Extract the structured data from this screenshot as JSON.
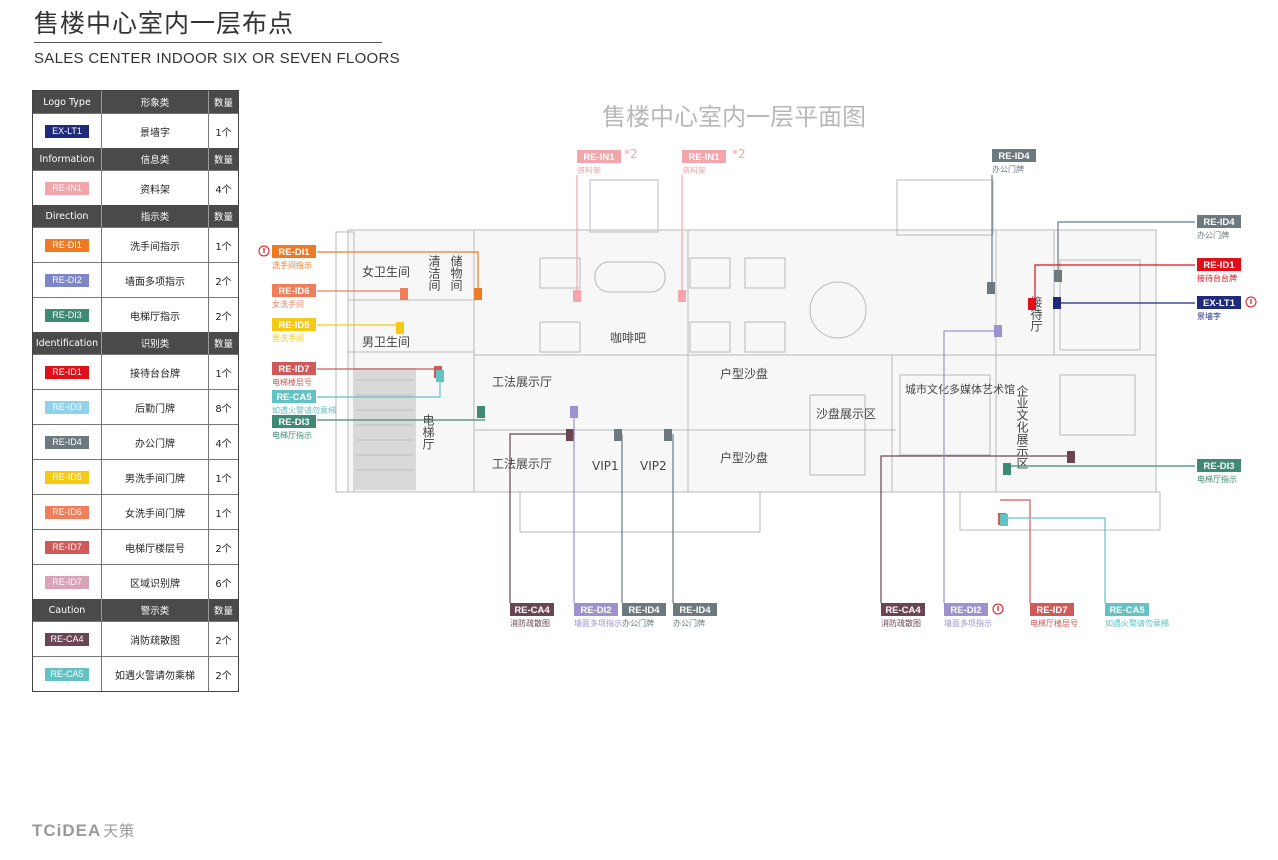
{
  "header": {
    "title": "售楼中心室内一层布点",
    "subtitle": "SALES CENTER INDOOR SIX OR SEVEN FLOORS"
  },
  "legend": {
    "sections": [
      {
        "header": [
          "Logo Type",
          "形象类",
          "数量"
        ],
        "rows": [
          {
            "code": "EX-LT1",
            "color": "#1f2a7c",
            "label": "景墙字",
            "qty": "1个"
          }
        ]
      },
      {
        "header": [
          "Information",
          "信息类",
          "数量"
        ],
        "rows": [
          {
            "code": "RE-IN1",
            "color": "#f2a5ab",
            "label": "资料架",
            "qty": "4个"
          }
        ]
      },
      {
        "header": [
          "Direction",
          "指示类",
          "数量"
        ],
        "rows": [
          {
            "code": "RE-DI1",
            "color": "#ee7b24",
            "label": "洗手间指示",
            "qty": "1个"
          },
          {
            "code": "RE-DI2",
            "color": "#7d87c7",
            "label": "墙面多项指示",
            "qty": "2个"
          },
          {
            "code": "RE-DI3",
            "color": "#3f8a74",
            "label": "电梯厅指示",
            "qty": "2个"
          }
        ]
      },
      {
        "header": [
          "Identification",
          "识别类",
          "数量"
        ],
        "rows": [
          {
            "code": "RE-ID1",
            "color": "#e0101a",
            "label": "接待台台牌",
            "qty": "1个"
          },
          {
            "code": "RE-ID3",
            "color": "#8fd2ea",
            "label": "后勤门牌",
            "qty": "8个"
          },
          {
            "code": "RE-ID4",
            "color": "#6c7a80",
            "label": "办公门牌",
            "qty": "4个"
          },
          {
            "code": "RE-ID5",
            "color": "#f6c917",
            "label": "男洗手间门牌",
            "qty": "1个"
          },
          {
            "code": "RE-ID6",
            "color": "#ef7e5a",
            "label": "女洗手间门牌",
            "qty": "1个"
          },
          {
            "code": "RE-ID7",
            "color": "#cf5a5a",
            "label": "电梯厅楼层号",
            "qty": "2个"
          },
          {
            "code": "RE-ID7",
            "color": "#d8a3b7",
            "label": "区域识别牌",
            "qty": "6个"
          }
        ]
      },
      {
        "header": [
          "Caution",
          "警示类",
          "数量"
        ],
        "rows": [
          {
            "code": "RE-CA4",
            "color": "#6a4654",
            "label": "消防疏散图",
            "qty": "2个"
          },
          {
            "code": "RE-CA5",
            "color": "#62c2c4",
            "label": "如遇火警请勿乘梯",
            "qty": "2个"
          }
        ]
      }
    ]
  },
  "plan": {
    "title": "售楼中心室内一层平面图",
    "rooms": [
      "女卫生间",
      "清洁间",
      "储物间",
      "男卫生间",
      "咖啡吧",
      "工法展示厅",
      "电梯厅",
      "户型沙盘",
      "沙盘展示区",
      "城市文化多媒体艺术馆",
      "企业文化展示区",
      "接待厅",
      "工法展示厅",
      "VIP1",
      "VIP2",
      "户型沙盘"
    ],
    "callouts": [
      {
        "code": "RE-IN1",
        "color": "#f2a5ab",
        "desc": "资料架",
        "note": "*2"
      },
      {
        "code": "RE-IN1",
        "color": "#f2a5ab",
        "desc": "资料架",
        "note": "*2"
      },
      {
        "code": "RE-ID4",
        "color": "#6c7a80",
        "desc": "办公门牌"
      },
      {
        "code": "RE-ID4",
        "color": "#6c7a80",
        "desc": "办公门牌"
      },
      {
        "code": "RE-ID1",
        "color": "#e0101a",
        "desc": "接待台台牌"
      },
      {
        "code": "EX-LT1",
        "color": "#1f2a7c",
        "desc": "景墙字"
      },
      {
        "code": "RE-DI1",
        "color": "#ee7b24",
        "desc": "洗手间指示"
      },
      {
        "code": "RE-ID6",
        "color": "#ef7e5a",
        "desc": "女洗手间"
      },
      {
        "code": "RE-ID5",
        "color": "#f6c917",
        "desc": "男洗手间"
      },
      {
        "code": "RE-ID7",
        "color": "#cf5a5a",
        "desc": "电梯楼层号"
      },
      {
        "code": "RE-CA5",
        "color": "#62c2c4",
        "desc": "如遇火警请勿乘梯"
      },
      {
        "code": "RE-DI3",
        "color": "#3f8a74",
        "desc": "电梯厅指示"
      },
      {
        "code": "RE-DI3",
        "color": "#3f8a74",
        "desc": "电梯厅指示"
      },
      {
        "code": "RE-CA4",
        "color": "#6a4654",
        "desc": "消防疏散图"
      },
      {
        "code": "RE-DI2",
        "color": "#9e91cf",
        "desc": "墙面多项指示"
      },
      {
        "code": "RE-ID4",
        "color": "#6c7a80",
        "desc": "办公门牌"
      },
      {
        "code": "RE-ID4",
        "color": "#6c7a80",
        "desc": "办公门牌"
      },
      {
        "code": "RE-CA4",
        "color": "#6a4654",
        "desc": "消防疏散图"
      },
      {
        "code": "RE-DI2",
        "color": "#9e91cf",
        "desc": "墙面多项指示"
      },
      {
        "code": "RE-ID7",
        "color": "#cf5a5a",
        "desc": "电梯厅楼层号"
      },
      {
        "code": "RE-CA5",
        "color": "#62c2c4",
        "desc": "如遇火警请勿乘梯"
      }
    ]
  },
  "footer": {
    "logo_latin": "TCiDEA",
    "logo_cn": "天策"
  }
}
